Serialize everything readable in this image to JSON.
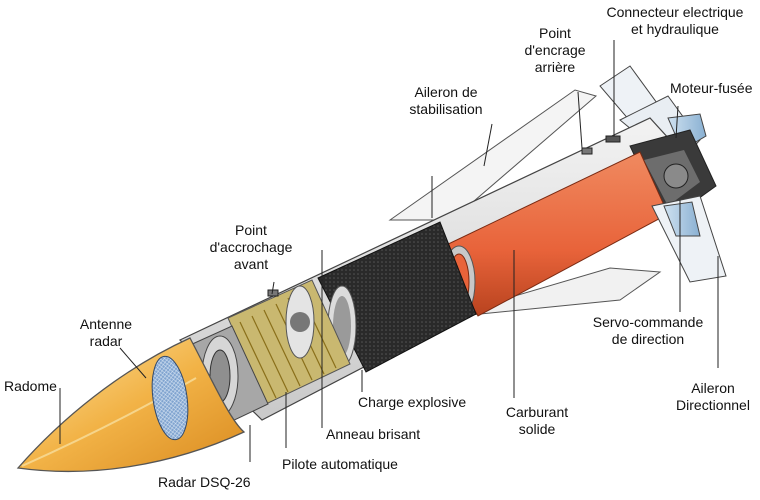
{
  "labels": {
    "radome": "Radome",
    "antenne_radar": "Antenne\nradar",
    "radar_dsq26": "Radar DSQ-26",
    "point_accrochage_avant": "Point\nd'accrochage\navant",
    "pilote_automatique": "Pilote automatique",
    "anneau_brisant": "Anneau brisant",
    "charge_explosive": "Charge explosive",
    "aileron_stabilisation": "Aileron de\nstabilisation",
    "point_encrage_arriere": "Point\nd'encrage\narrière",
    "connecteur": "Connecteur electrique\net hydraulique",
    "moteur_fusee": "Moteur-fusée",
    "carburant_solide": "Carburant\nsolide",
    "servo_commande": "Servo-commande\nde direction",
    "aileron_directionnel": "Aileron\nDirectionnel"
  },
  "colors": {
    "radome": "#f2b347",
    "orange_body": "#e8633a",
    "blue_fins": "#9bbfdc",
    "explosive": "#2a2a2a",
    "line": "#333333"
  }
}
